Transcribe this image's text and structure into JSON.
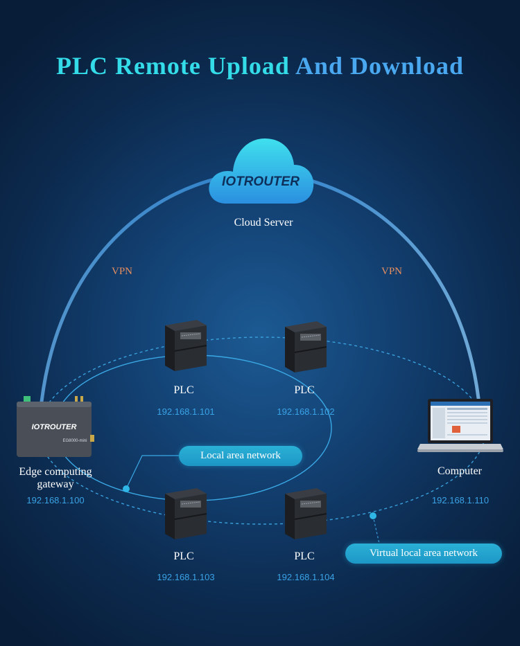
{
  "title": {
    "part1": "PLC Remote Upload ",
    "part2": "And Download"
  },
  "cloud": {
    "logo": "IOTROUTER",
    "label": "Cloud Server"
  },
  "vpn_left": "VPN",
  "vpn_right": "VPN",
  "gateway": {
    "logo": "IOTROUTER",
    "model": "EG8000-mini",
    "label_line1": "Edge computing",
    "label_line2": "gateway",
    "ip": "192.168.1.100"
  },
  "computer": {
    "label": "Computer",
    "ip": "192.168.1.110"
  },
  "plcs": [
    {
      "label": "PLC",
      "ip": "192.168.1.101"
    },
    {
      "label": "PLC",
      "ip": "192.168.1.102"
    },
    {
      "label": "PLC",
      "ip": "192.168.1.103"
    },
    {
      "label": "PLC",
      "ip": "192.168.1.104"
    }
  ],
  "lan_label": "Local area network",
  "vlan_label": "Virtual local area network",
  "colors": {
    "title": "#33dce8",
    "ip": "#3aa3e6",
    "vpn": "#e98f5f",
    "pill": "#22a6d2"
  }
}
